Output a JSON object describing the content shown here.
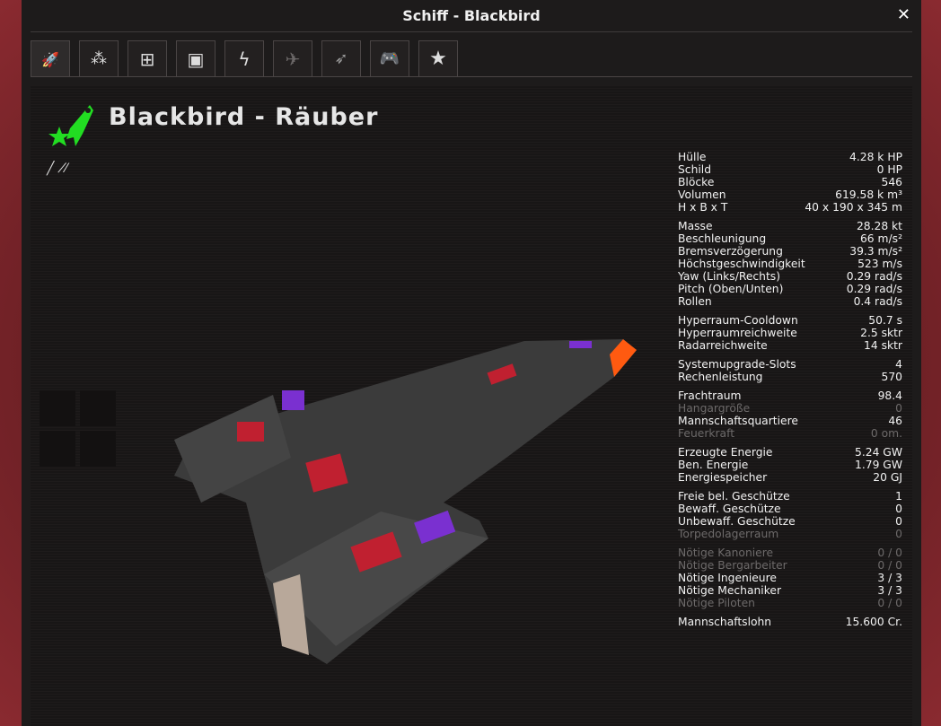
{
  "window": {
    "title": "Schiff - Blackbird",
    "close_icon": "close-icon"
  },
  "tabs": [
    {
      "name": "ship-info",
      "icon": "ship-icon",
      "active": true
    },
    {
      "name": "crew",
      "icon": "crew-icon"
    },
    {
      "name": "blueprint",
      "icon": "circuit-icon"
    },
    {
      "name": "cargo",
      "icon": "boxes-icon"
    },
    {
      "name": "energy",
      "icon": "lightning-icon"
    },
    {
      "name": "fighters",
      "icon": "fighter-icon",
      "disabled": true
    },
    {
      "name": "missiles",
      "icon": "missile-icon"
    },
    {
      "name": "controls",
      "icon": "gamepad-icon"
    },
    {
      "name": "favorites",
      "icon": "star-icon"
    }
  ],
  "ship": {
    "title": "Blackbird - Räuber",
    "class_icon": "ship-class-icon",
    "tools": [
      "edit-icon",
      "rename-icon"
    ]
  },
  "stats": [
    [
      {
        "label": "Hülle",
        "value": "4.28 k HP"
      },
      {
        "label": "Schild",
        "value": "0  HP"
      },
      {
        "label": "Blöcke",
        "value": "546"
      },
      {
        "label": "Volumen",
        "value": "619.58 k m³"
      },
      {
        "label": "H x B x T",
        "value": "40 x 190 x 345 m"
      }
    ],
    [
      {
        "label": "Masse",
        "value": "28.28 kt"
      },
      {
        "label": "Beschleunigung",
        "value": "66 m/s²"
      },
      {
        "label": "Bremsverzögerung",
        "value": "39.3 m/s²"
      },
      {
        "label": "Höchstgeschwindigkeit",
        "value": "523 m/s"
      },
      {
        "label": "Yaw (Links/Rechts)",
        "value": "0.29 rad/s"
      },
      {
        "label": "Pitch (Oben/Unten)",
        "value": "0.29 rad/s"
      },
      {
        "label": "Rollen",
        "value": "0.4 rad/s"
      }
    ],
    [
      {
        "label": "Hyperraum-Cooldown",
        "value": "50.7 s"
      },
      {
        "label": "Hyperraumreichweite",
        "value": "2.5 sktr"
      },
      {
        "label": "Radarreichweite",
        "value": "14 sktr"
      }
    ],
    [
      {
        "label": "Systemupgrade-Slots",
        "value": "4"
      },
      {
        "label": "Rechenleistung",
        "value": "570"
      }
    ],
    [
      {
        "label": "Frachtraum",
        "value": "98.4"
      },
      {
        "label": "Hangargröße",
        "value": "0",
        "dim": true
      },
      {
        "label": "Mannschaftsquartiere",
        "value": "46"
      },
      {
        "label": "Feuerkraft",
        "value": "0  om.",
        "dim": true
      }
    ],
    [
      {
        "label": "Erzeugte Energie",
        "value": "5.24 GW"
      },
      {
        "label": "Ben. Energie",
        "value": "1.79 GW"
      },
      {
        "label": "Energiespeicher",
        "value": "20 GJ"
      }
    ],
    [
      {
        "label": "Freie bel. Geschütze",
        "value": "1"
      },
      {
        "label": "Bewaff. Geschütze",
        "value": "0"
      },
      {
        "label": "Unbewaff. Geschütze",
        "value": "0"
      },
      {
        "label": "Torpedolagerraum",
        "value": "0",
        "dim": true
      }
    ],
    [
      {
        "label": "Nötige Kanoniere",
        "value": "0 / 0",
        "dim": true
      },
      {
        "label": "Nötige Bergarbeiter",
        "value": "0 / 0",
        "dim": true
      },
      {
        "label": "Nötige Ingenieure",
        "value": "3 / 3"
      },
      {
        "label": "Nötige Mechaniker",
        "value": "3 / 3"
      },
      {
        "label": "Nötige Piloten",
        "value": "0 / 0",
        "dim": true
      }
    ],
    [
      {
        "label": "Mannschaftslohn",
        "value": "15.600 Cr."
      }
    ]
  ],
  "colors": {
    "accent": "#22dd22"
  }
}
